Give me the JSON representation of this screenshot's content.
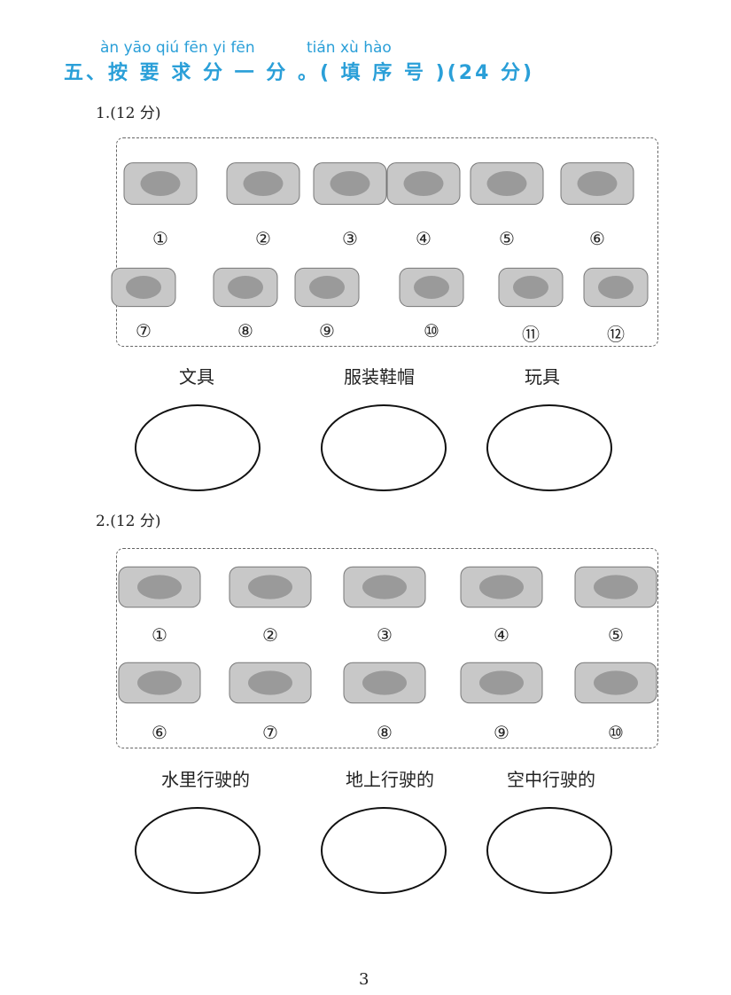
{
  "header": {
    "pinyin_1": "àn yāo qiú fēn yi fēn",
    "pinyin_2": "tián xù hào",
    "title": "五、按 要 求 分 一 分 。( 填 序 号 )(24 分)"
  },
  "q1": {
    "heading": "1.(12 分)",
    "items": [
      {
        "num": "①",
        "icon": "toy-train"
      },
      {
        "num": "②",
        "icon": "sports-car"
      },
      {
        "num": "③",
        "icon": "compass"
      },
      {
        "num": "④",
        "icon": "hat"
      },
      {
        "num": "⑤",
        "icon": "jacket"
      },
      {
        "num": "⑥",
        "icon": "bullet-train"
      },
      {
        "num": "⑦",
        "icon": "scarf"
      },
      {
        "num": "⑧",
        "icon": "rubber-duck"
      },
      {
        "num": "⑨",
        "icon": "pen"
      },
      {
        "num": "⑩",
        "icon": "trousers"
      },
      {
        "num": "⑪",
        "icon": "pencil"
      },
      {
        "num": "⑫",
        "icon": "ruler"
      }
    ],
    "categories": [
      "文具",
      "服装鞋帽",
      "玩具"
    ]
  },
  "q2": {
    "heading": "2.(12 分)",
    "items": [
      {
        "num": "①",
        "icon": "ship"
      },
      {
        "num": "②",
        "icon": "road-roller"
      },
      {
        "num": "③",
        "icon": "excavator"
      },
      {
        "num": "④",
        "icon": "rowboat"
      },
      {
        "num": "⑤",
        "icon": "tractor"
      },
      {
        "num": "⑥",
        "icon": "airplane"
      },
      {
        "num": "⑦",
        "icon": "truck"
      },
      {
        "num": "⑧",
        "icon": "helicopter"
      },
      {
        "num": "⑨",
        "icon": "bus"
      },
      {
        "num": "⑩",
        "icon": "motorcycle"
      }
    ],
    "categories": [
      "水里行驶的",
      "地上行驶的",
      "空中行驶的"
    ]
  },
  "page_number": "3"
}
